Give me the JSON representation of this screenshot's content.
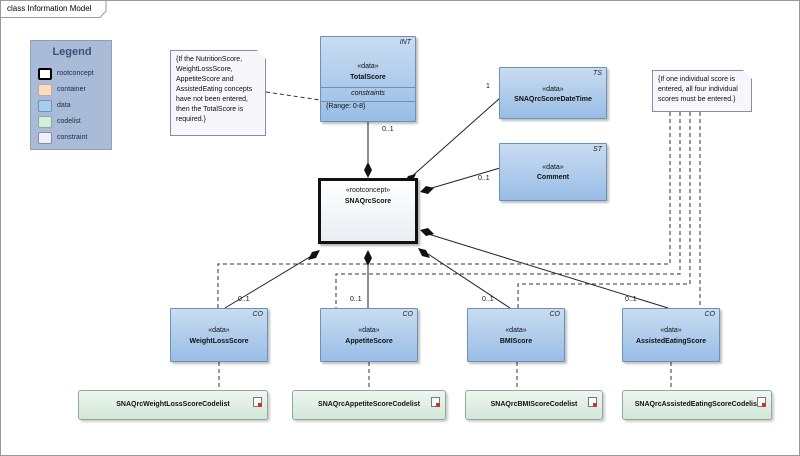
{
  "frame": {
    "title": "class Information Model"
  },
  "legend": {
    "title": "Legend",
    "items": [
      {
        "label": "rootconcept",
        "color": "#ffffff",
        "border": "#000000"
      },
      {
        "label": "container",
        "color": "#f6dcc7",
        "border": "#c9a98c"
      },
      {
        "label": "data",
        "color": "#a8cdee",
        "border": "#6e91b9"
      },
      {
        "label": "codelist",
        "color": "#d7ecdd",
        "border": "#8aab96"
      },
      {
        "label": "constraint",
        "color": "#f0f0fa",
        "border": "#8a8aa2"
      }
    ]
  },
  "root": {
    "stereotype": "«rootconcept»",
    "name": "SNAQrcScore"
  },
  "classes": {
    "total": {
      "stereotype": "«data»",
      "name": "TotalScore",
      "tag": "INT",
      "constraints_label": "constraints",
      "constraint": "{Range: 0-8}"
    },
    "datetime": {
      "stereotype": "«data»",
      "name": "SNAQrcScoreDateTime",
      "tag": "TS"
    },
    "comment": {
      "stereotype": "«data»",
      "name": "Comment",
      "tag": "ST"
    },
    "weight": {
      "stereotype": "«data»",
      "name": "WeightLossScore",
      "tag": "CO"
    },
    "appetite": {
      "stereotype": "«data»",
      "name": "AppetiteScore",
      "tag": "CO"
    },
    "bmi": {
      "stereotype": "«data»",
      "name": "BMIScore",
      "tag": "CO"
    },
    "assisted": {
      "stereotype": "«data»",
      "name": "AssistedEatingScore",
      "tag": "CO"
    }
  },
  "codelists": {
    "weight": "SNAQrcWeightLossScoreCodelist",
    "appetite": "SNAQrcAppetiteScoreCodelist",
    "bmi": "SNAQrcBMIScoreCodelist",
    "assisted": "SNAQrcAssistedEatingScoreCodelist"
  },
  "notes": {
    "total": [
      "{If the NutritionScore,",
      "WeightLossScore,",
      "AppetiteScore and",
      "AssistedEating concepts",
      "have not been entered,",
      "then the TotalScore is",
      "required.}"
    ],
    "all": [
      "{If one individual score is",
      "entered, all four individual",
      "scores must be entered.}"
    ]
  },
  "multiplicities": {
    "total": "0..1",
    "datetime": "1",
    "comment": "0..1",
    "weight": "0..1",
    "appetite": "0..1",
    "bmi": "0..1",
    "assisted": "0..1"
  }
}
